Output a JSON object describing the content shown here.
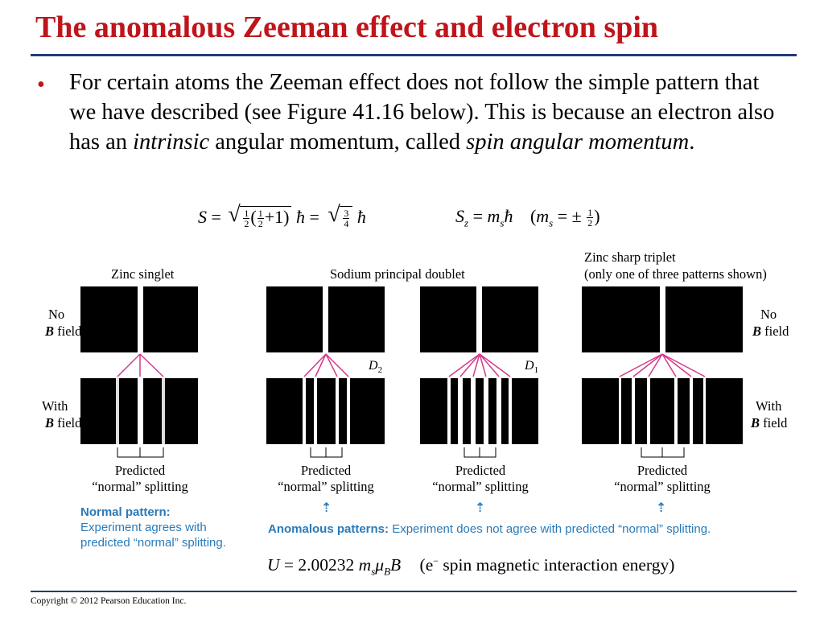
{
  "slide": {
    "title": "The anomalous Zeeman effect and electron spin",
    "bullet_mark": "•",
    "bullet": {
      "part1": "For certain atoms the Zeeman effect does not follow the simple pattern that we have described (see Figure 41.16 below). This is because an electron also has an ",
      "italic1": "intrinsic",
      "part2": " angular momentum, called ",
      "italic2": "spin angular momentum",
      "part3": "."
    },
    "equation_S": {
      "lhs": "S",
      "equals": "=",
      "half_num": "1",
      "half_den": "2",
      "open": "(",
      "plus_one": "+1)",
      "hbar": "ħ",
      "equals2": "=",
      "frac2_num": "3",
      "frac2_den": "4"
    },
    "equation_Sz": {
      "lhs": "S",
      "sub": "z",
      "equals": "=",
      "m": "m",
      "msub": "s",
      "hbar": "ħ",
      "paren_open": "(",
      "pm": "= ±",
      "paren_close": ")"
    },
    "figure": {
      "zinc_singlet": "Zinc singlet",
      "sodium_doublet": "Sodium principal doublet",
      "zinc_triplet_line1": "Zinc sharp triplet",
      "zinc_triplet_line2": "(only one of three patterns shown)",
      "no_field_label": "No",
      "with_field_label": "With",
      "b_symbol": "B",
      "field_word": "field",
      "d2": "D",
      "d2_sub": "2",
      "d1": "D",
      "d1_sub": "1",
      "predicted": "Predicted",
      "normal_splitting": "“normal” splitting",
      "normal_pattern_title": "Normal pattern:",
      "normal_pattern_text1": "Experiment agrees with",
      "normal_pattern_text2": "predicted “normal” splitting.",
      "anomalous_title": "Anomalous patterns:",
      "anomalous_text": "Experiment does not agree with predicted “normal” splitting."
    },
    "equation_U": {
      "lhs": "U",
      "equals": "= 2.00232",
      "m": "m",
      "msub": "s",
      "mu": "μ",
      "musub": "B",
      "B": "B",
      "note_open": "(e",
      "note_sup": "−",
      "note_rest": " spin magnetic interaction energy)"
    },
    "copyright": "Copyright © 2012 Pearson Education Inc.",
    "colors": {
      "title": "#c0141b",
      "rule": "#1f3d73",
      "connector": "#d43a8c",
      "annotation": "#2a7ab8"
    }
  }
}
